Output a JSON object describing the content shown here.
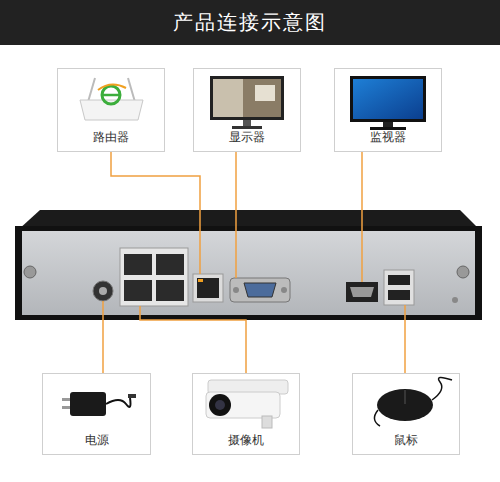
{
  "diagram": {
    "title": "产品连接示意图",
    "nodes": [
      {
        "text": [
          "路由器"
        ]
      },
      {
        "text": [
          "显示器"
        ]
      },
      {
        "text": [
          "监视器"
        ]
      },
      {
        "text": [
          "电源"
        ]
      },
      {
        "text": [
          "摄像机"
        ]
      },
      {
        "text": [
          "鼠标"
        ]
      }
    ]
  }
}
